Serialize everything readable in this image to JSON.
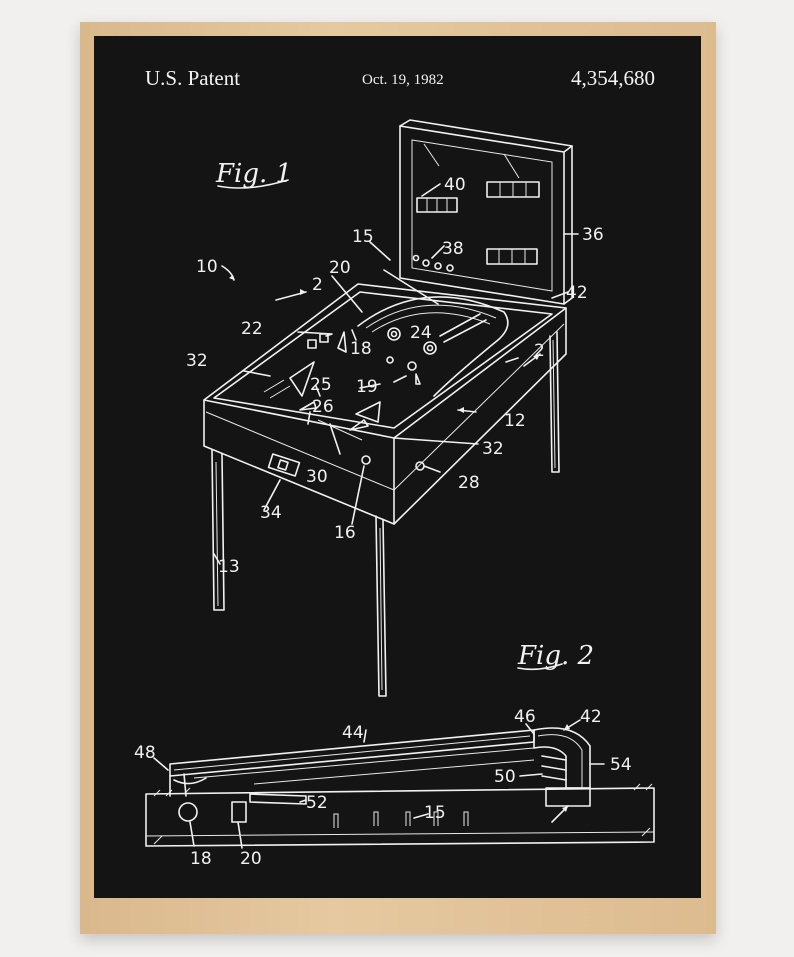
{
  "header": {
    "left": "U.S. Patent",
    "date": "Oct. 19, 1982",
    "number": "4,354,680"
  },
  "figures": {
    "fig1": "Fig. 1",
    "fig2": "Fig. 2"
  },
  "labels": {
    "l10": "10",
    "l15": "15",
    "l20": "20",
    "l2a": "2",
    "l2b": "2",
    "l22": "22",
    "l18": "18",
    "l24": "24",
    "l32a": "32",
    "l25": "25",
    "l19": "19",
    "l26": "26",
    "l12": "12",
    "l32b": "32",
    "l30": "30",
    "l28": "28",
    "l34": "34",
    "l16": "16",
    "l13": "13",
    "l40": "40",
    "l38": "38",
    "l36": "36",
    "l42": "42",
    "f44": "44",
    "f46": "46",
    "f42": "42",
    "f48": "48",
    "f54": "54",
    "f50": "50",
    "f52": "52",
    "f15": "15",
    "f18": "18",
    "f20": "20"
  },
  "colors": {
    "poster_background": "#141414",
    "line_art": "#f1f1f1",
    "frame_wood": "#e0c196",
    "wall": "#f1f0ee"
  }
}
